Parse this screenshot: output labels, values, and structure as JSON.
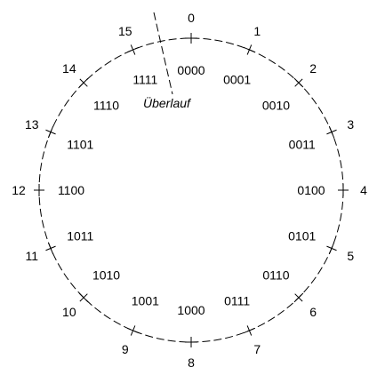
{
  "diagram": {
    "positions": [
      {
        "decimal": "0",
        "binary": "0000"
      },
      {
        "decimal": "1",
        "binary": "0001"
      },
      {
        "decimal": "2",
        "binary": "0010"
      },
      {
        "decimal": "3",
        "binary": "0011"
      },
      {
        "decimal": "4",
        "binary": "0100"
      },
      {
        "decimal": "5",
        "binary": "0101"
      },
      {
        "decimal": "6",
        "binary": "0110"
      },
      {
        "decimal": "7",
        "binary": "0111"
      },
      {
        "decimal": "8",
        "binary": "1000"
      },
      {
        "decimal": "9",
        "binary": "1001"
      },
      {
        "decimal": "10",
        "binary": "1010"
      },
      {
        "decimal": "11",
        "binary": "1011"
      },
      {
        "decimal": "12",
        "binary": "1100"
      },
      {
        "decimal": "13",
        "binary": "1101"
      },
      {
        "decimal": "14",
        "binary": "1110"
      },
      {
        "decimal": "15",
        "binary": "1111"
      }
    ],
    "overflow_label": "Überlauf",
    "line_color": "#000000"
  }
}
